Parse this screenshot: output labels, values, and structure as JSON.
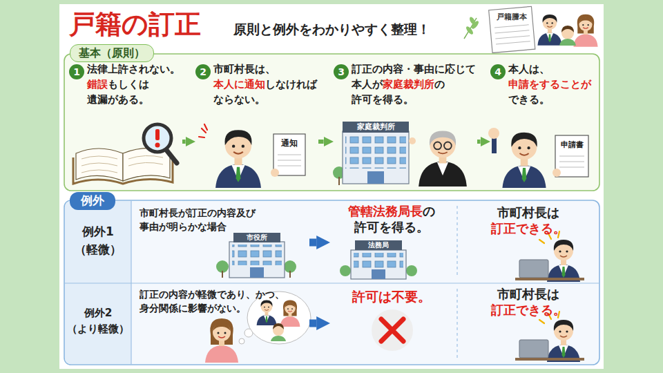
{
  "diagram": {
    "title": "戸籍の訂正",
    "nodes": [
      {
        "text": [
          "基本（原則）"
        ]
      },
      {
        "text": [
          "1",
          "法律上許されない。錯誤もしくは遺漏がある。"
        ],
        "in": 0
      },
      {
        "text": [
          "2",
          "市町村長は、本人に通知しなければならない。"
        ],
        "in": 0
      },
      {
        "text": [
          "3",
          "訂正の内容・事由に応じて本人が家庭裁判所の許可を得る。"
        ],
        "in": 0
      },
      {
        "text": [
          "4",
          "本人は、申請をすることができる。"
        ],
        "in": 0
      },
      {
        "text": [
          "例外"
        ]
      },
      {
        "text": [
          "例外1 （軽微）"
        ],
        "in": 5
      },
      {
        "text": [
          "市町村長が訂正の内容及び事由が明らかな場合"
        ],
        "in": 5
      },
      {
        "text": [
          "管轄法務局長の許可を得る。"
        ],
        "in": 5
      },
      {
        "text": [
          "市町村長は訂正できる。"
        ],
        "in": 5
      },
      {
        "text": [
          "例外2 （より軽微）"
        ],
        "in": 5
      },
      {
        "text": [
          "訂正の内容が軽微であり、かつ、身分関係に影響がない。"
        ],
        "in": 5
      },
      {
        "text": [
          "許可は不要。"
        ],
        "in": 5
      },
      {
        "text": [
          "市町村長は訂正できる。"
        ],
        "in": 5
      }
    ],
    "edges": [
      {
        "from": 1,
        "to": 2,
        "arrow": "to"
      },
      {
        "from": 2,
        "to": 3,
        "arrow": "to"
      },
      {
        "from": 3,
        "to": 4,
        "arrow": "to"
      },
      {
        "from": 7,
        "to": 8,
        "arrow": "to"
      },
      {
        "from": 11,
        "to": 12,
        "arrow": "to"
      }
    ],
    "labels": [
      "原則と例外をわかりやすく整理！",
      "戸籍謄本",
      "通知",
      "家庭裁判所",
      "申請書",
      "市役所",
      "法務局"
    ]
  }
}
